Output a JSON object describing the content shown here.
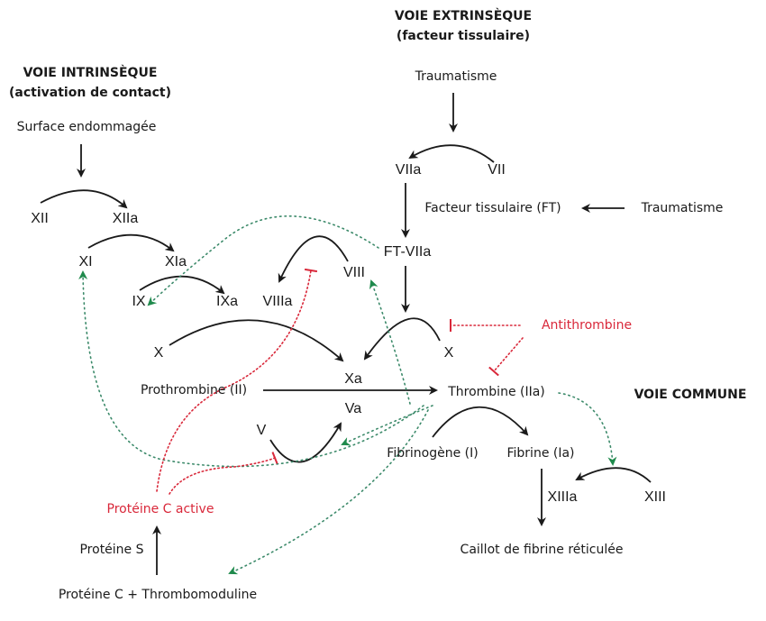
{
  "headings": {
    "intrinsic_line1": "VOIE INTRINSÈQUE",
    "intrinsic_line2": "(activation de contact)",
    "extrinsic_line1": "VOIE EXTRINSÈQUE",
    "extrinsic_line2": "(facteur tissulaire)",
    "common": "VOIE COMMUNE"
  },
  "labels": {
    "surface": "Surface endommagée",
    "trauma_top": "Traumatisme",
    "trauma_right": "Traumatisme",
    "xii": "XII",
    "xiia": "XIIa",
    "xi": "XI",
    "xia": "XIa",
    "ix": "IX",
    "ixa": "IXa",
    "viiia": "VIIIa",
    "viii": "VIII",
    "viia": "VIIa",
    "vii": "VII",
    "ft": "Facteur tissulaire (FT)",
    "ftviia": "FT-VIIa",
    "x_left": "X",
    "x_right": "X",
    "xa": "Xa",
    "va": "Va",
    "v": "V",
    "prothrombin": "Prothrombine (II)",
    "thrombin": "Thrombine (IIa)",
    "fibrinogen": "Fibrinogène (I)",
    "fibrin": "Fibrine (Ia)",
    "xiiia": "XIIIa",
    "xiii": "XIII",
    "clot": "Caillot de fibrine réticulée",
    "antithrombin": "Antithrombine",
    "protein_c_active": "Protéine C active",
    "protein_s": "Protéine S",
    "protein_c_tm": "Protéine C + Thrombomoduline"
  },
  "colors": {
    "activation": "#1a1a1a",
    "feedback": "#1f8a4c",
    "inhibition": "#d9283a"
  },
  "links": {
    "activation": [
      "surface→XII",
      "XII→XIIa",
      "XI→XIa",
      "IX→IXa",
      "VIII→VIIIa",
      "trauma→VII",
      "VII→VIIa",
      "VIIa→FT-VIIa",
      "trauma→FT",
      "FT-VIIa→X",
      "X→Xa (intrinsic)",
      "X→Xa (extrinsic)",
      "prothrombine→thrombine",
      "V→Va",
      "fibrinogène→fibrine",
      "XIII→XIIIa",
      "fibrine→caillot",
      "protéine C→protéine C active"
    ],
    "feedback": [
      "FT-VIIa→IX",
      "thrombine→XI",
      "thrombine→VIII",
      "thrombine→V",
      "thrombine→XIII",
      "thrombine→protéine C"
    ],
    "inhibition": [
      "antithrombine⊣Xa",
      "antithrombine⊣thrombine",
      "protéine C active⊣VIIIa",
      "protéine C active⊣Va"
    ]
  }
}
